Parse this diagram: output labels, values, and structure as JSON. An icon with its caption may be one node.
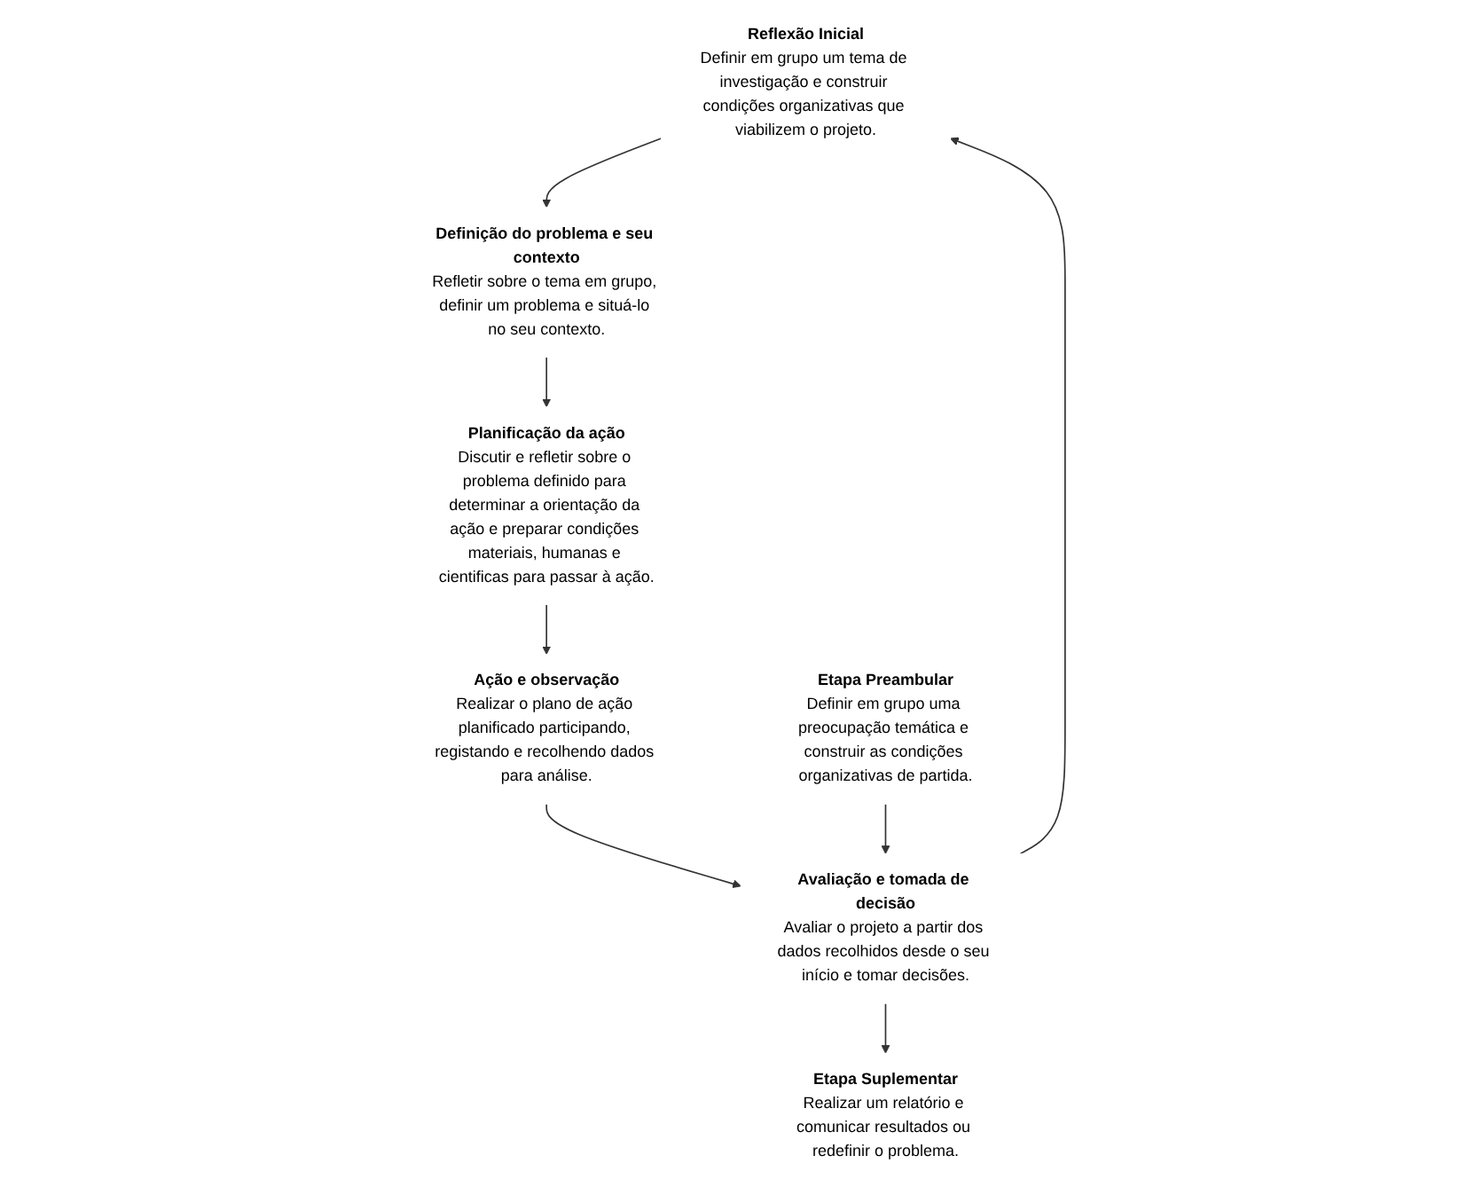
{
  "diagram": {
    "nodes": [
      {
        "text": [
          "Etapa Suplementar",
          "Realizar um relatório e comunicar resultados ou redefinir o problema."
        ]
      },
      {
        "text": [
          "Reflexão Inicial",
          "Definir em grupo um tema de investigação e construir condições organizativas que viabilizem o projeto."
        ]
      },
      {
        "text": [
          "Definição do problema e seu contexto",
          "Refletir sobre o tema em grupo, definir um problema e situá-lo no seu contexto."
        ]
      },
      {
        "text": [
          "Planificação da ação",
          "Discutir e refletir sobre o problema definido para determinar a orientação da ação e preparar condições materiais, humanas e cientificas para passar à ação."
        ]
      },
      {
        "text": [
          "Avaliação e tomada de decisão",
          "Avaliar o projeto a partir dos dados recolhidos desde o seu início e tomar decisões."
        ]
      },
      {
        "text": [
          "Ação e observação",
          "Realizar o plano de ação planificado participando, registando e recolhendo dados para análise."
        ]
      },
      {
        "text": [
          "Etapa Preambular",
          "Definir em grupo uma preocupação temática e construir as condições organizativas de partida."
        ]
      }
    ],
    "edges": [
      {
        "from": 1,
        "to": 2,
        "arrow": "to"
      },
      {
        "from": 2,
        "to": 3,
        "arrow": "to"
      },
      {
        "from": 3,
        "to": 5,
        "arrow": "to"
      },
      {
        "from": 5,
        "to": 4,
        "arrow": "to"
      },
      {
        "from": 4,
        "to": 1,
        "arrow": "to"
      },
      {
        "from": 4,
        "to": 0,
        "arrow": "to"
      },
      {
        "from": 6,
        "to": 4,
        "arrow": "to"
      }
    ]
  }
}
